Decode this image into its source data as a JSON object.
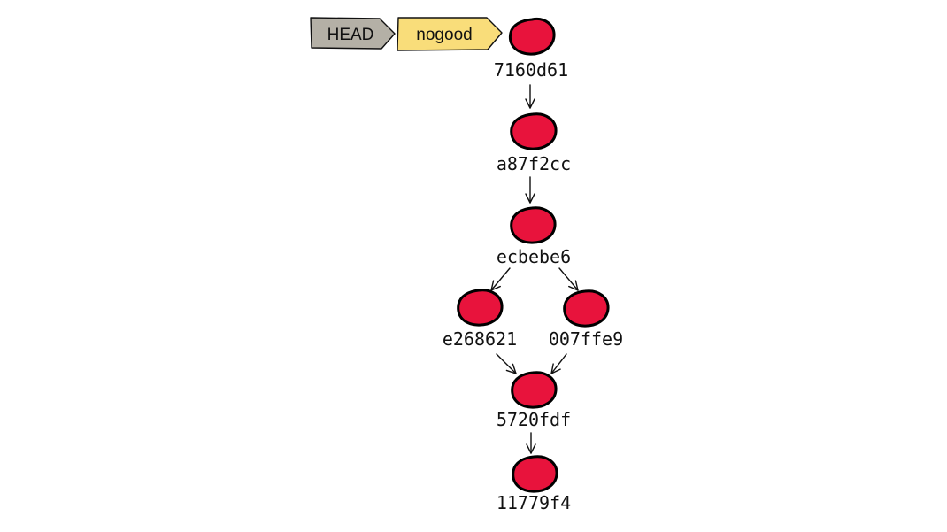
{
  "colors": {
    "commit_fill": "#e8133c",
    "head_tag_fill": "#b4b0a6",
    "branch_tag_fill": "#f9dd7a",
    "stroke": "#111111"
  },
  "refs": {
    "head": {
      "label": "HEAD",
      "icon": "head-pointer-tag"
    },
    "branch": {
      "label": "nogood",
      "icon": "branch-tag"
    }
  },
  "commits": [
    {
      "id": "c1",
      "hash": "7160d61"
    },
    {
      "id": "c2",
      "hash": "a87f2cc"
    },
    {
      "id": "c3",
      "hash": "ecbebe6"
    },
    {
      "id": "c4",
      "hash": "e268621"
    },
    {
      "id": "c5",
      "hash": "007ffe9"
    },
    {
      "id": "c6",
      "hash": "5720fdf"
    },
    {
      "id": "c7",
      "hash": "11779f4"
    }
  ],
  "edges": [
    {
      "from": "c1",
      "to": "c2"
    },
    {
      "from": "c2",
      "to": "c3"
    },
    {
      "from": "c3",
      "to": "c4"
    },
    {
      "from": "c3",
      "to": "c5"
    },
    {
      "from": "c4",
      "to": "c6"
    },
    {
      "from": "c5",
      "to": "c6"
    },
    {
      "from": "c6",
      "to": "c7"
    }
  ]
}
